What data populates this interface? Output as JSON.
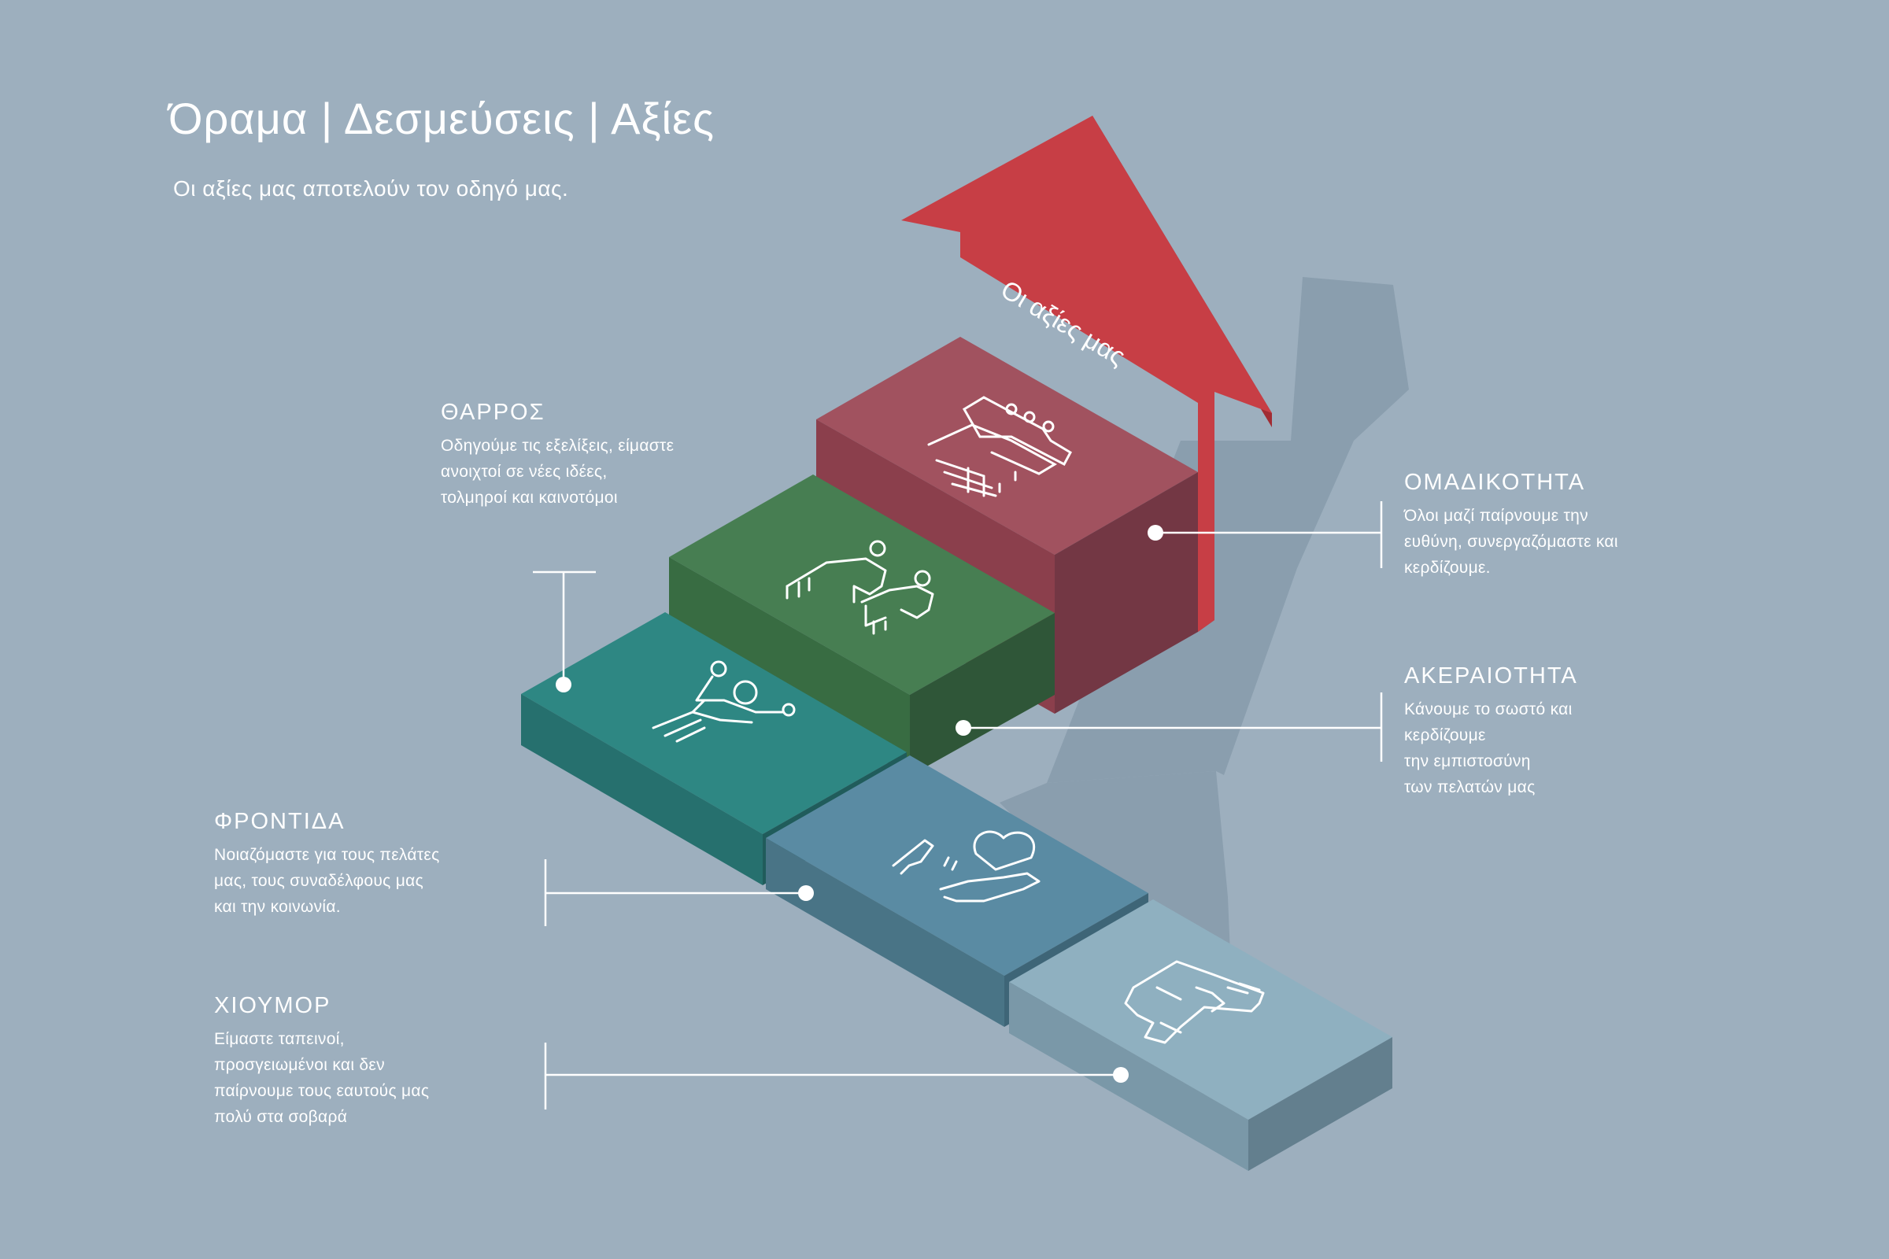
{
  "header": {
    "title": "Όραμα | Δεσμεύσεις | Αξίες",
    "subtitle": "Οι αξίες μας αποτελούν τον οδηγό μας."
  },
  "arrow": {
    "label": "Οι αξίες μας"
  },
  "values": [
    {
      "id": "courage",
      "title": "ΘΑΡΡΟΣ",
      "lines": [
        "Οδηγούμε τις εξελίξεις, είμαστε",
        "ανοιχτοί σε νέες ιδέες,",
        "τολμηροί και καινοτόμοι"
      ],
      "icon": "cheering-person-icon"
    },
    {
      "id": "teamwork",
      "title": "ΟΜΑΔΙΚΟΤΗΤΑ",
      "lines": [
        "Όλοι μαζί παίρνουμε την",
        "ευθύνη, συνεργαζόμαστε και",
        "κερδίζουμε."
      ],
      "icon": "team-group-icon"
    },
    {
      "id": "integrity",
      "title": "ΑΚΕΡΑΙΟΤΗΤΑ",
      "lines": [
        "Κάνουμε το σωστό και",
        "κερδίζουμε",
        "την εμπιστοσύνη",
        "των πελατών μας"
      ],
      "icon": "two-people-icon"
    },
    {
      "id": "care",
      "title": "ΦΡΟΝΤΙΔΑ",
      "lines": [
        "Νοιαζόμαστε για τους πελάτες",
        "μας, τους συναδέλφους μας",
        "και την κοινωνία."
      ],
      "icon": "hands-heart-icon"
    },
    {
      "id": "humor",
      "title": "ΧΙΟΥΜΟΡ",
      "lines": [
        "Είμαστε ταπεινοί,",
        "προσγειωμένοι και δεν",
        "παίρνουμε τους εαυτούς μας",
        "πολύ στα σοβαρά"
      ],
      "icon": "smiling-face-icon"
    }
  ],
  "colors": {
    "background": "#9dafbe",
    "arrow": "#c73e45",
    "teamwork_step": "#a1525f",
    "integrity_step": "#477e52",
    "courage_step": "#2e8783",
    "care_step": "#5a8ba3",
    "humor_step": "#8fb0c0"
  }
}
